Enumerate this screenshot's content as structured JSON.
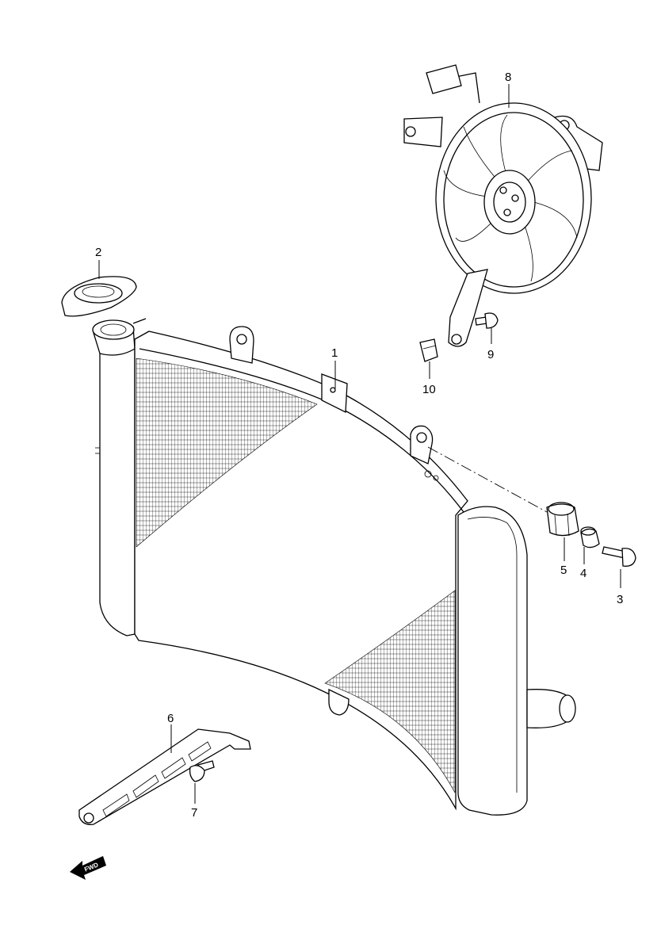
{
  "diagram": {
    "callouts": {
      "c1": "1",
      "c2": "2",
      "c3": "3",
      "c4": "4",
      "c5": "5",
      "c6": "6",
      "c7": "7",
      "c8": "8",
      "c9": "9",
      "c10": "10"
    },
    "fwd_label": "FWD"
  }
}
